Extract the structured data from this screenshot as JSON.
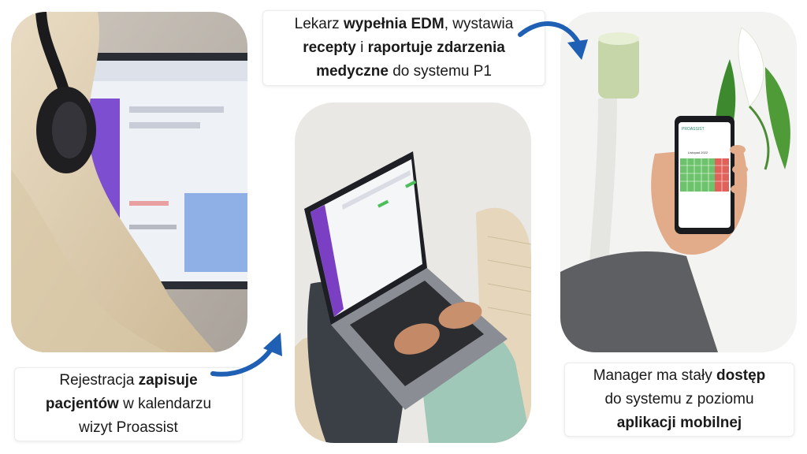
{
  "colors": {
    "arrow": "#1f5fb4",
    "calendar_green": "#6dc36b",
    "calendar_red": "#e0605a",
    "sidebar_purple": "#7b3fc4"
  },
  "captions": {
    "doctor": {
      "line1_a": "Lekarz ",
      "line1_b": "wypełnia EDM",
      "line1_c": ", wystawia",
      "line2_a": "recepty",
      "line2_b": " i ",
      "line2_c": "raportuje zdarzenia",
      "line3_a": "medyczne",
      "line3_b": " do systemu P1"
    },
    "registration": {
      "line1_a": "Rejestracja ",
      "line1_b": "zapisuje",
      "line2_a": "pacjentów",
      "line2_b": " w kalendarzu",
      "line3": "wizyt Proassist"
    },
    "manager": {
      "line1_a": "Manager ma stały ",
      "line1_b": "dostęp",
      "line2": "do systemu  z poziomu",
      "line3": "aplikacji mobilnej"
    }
  },
  "phone": {
    "brand": "PROASSIST",
    "month": "Listopad 2022"
  }
}
